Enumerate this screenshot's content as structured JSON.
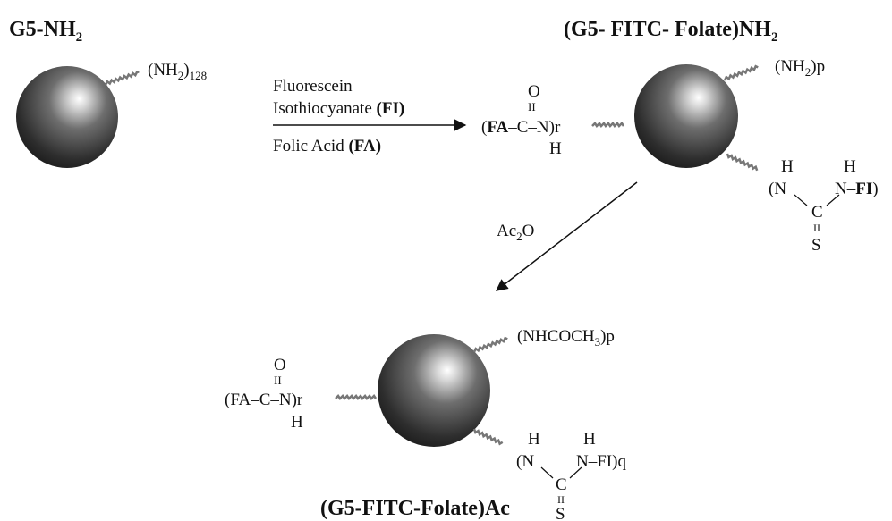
{
  "title_g5_main": "G5-NH",
  "title_g5_sub": "2",
  "title_mid_main": "(G5- FITC- Folate)NH",
  "title_mid_sub": "2",
  "title_final": "(G5-FITC-Folate)Ac",
  "g5_amine_open": "(NH",
  "g5_amine_sub1": "2",
  "g5_amine_close": ")",
  "g5_amine_sub2": "128",
  "reagent_line1": "Fluorescein",
  "reagent_line2_main": "Isothiocyanate ",
  "reagent_line2_bold": "(FI)",
  "reagent_line3_main": "Folic Acid ",
  "reagent_line3_bold": "(FA)",
  "mid_fa_open": "(",
  "mid_fa_bold": "FA",
  "mid_fa_chain": "–C–N)r",
  "mid_amine_open": "(NH",
  "mid_amine_sub": "2",
  "mid_amine_close": ")p",
  "mid_fi_chain": "N–",
  "mid_fi_bold": "FI",
  "mid_fi_close": ")",
  "final_fa_chain": "(FA–C–N)r",
  "final_acetyl_open": "(NHCOCH",
  "final_acetyl_sub": "3",
  "final_acetyl_close": ")p",
  "final_fi_chain": "N–FI)q",
  "reagent_ac_main": "Ac",
  "reagent_ac_sub": "2",
  "reagent_ac_o": "O",
  "atom_o": "O",
  "atom_h": "H",
  "atom_n_open": "(N",
  "atom_c": "C",
  "atom_s": "S",
  "bond_double": "II"
}
